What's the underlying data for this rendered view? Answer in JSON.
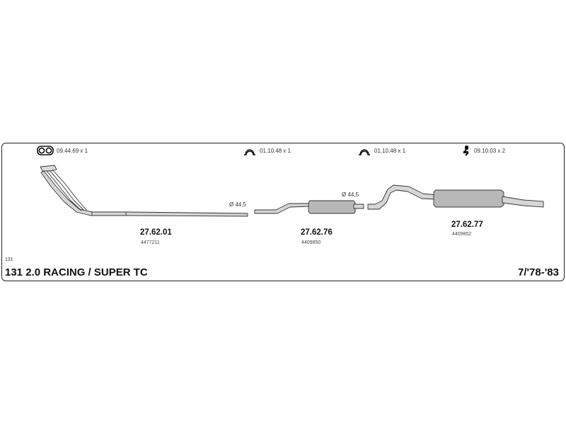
{
  "hardware": [
    {
      "icon": "gasket-icon",
      "label": "09.44.69 x 1"
    },
    {
      "icon": "clamp-icon",
      "label": "01.10.48 x 1"
    },
    {
      "icon": "clamp-icon",
      "label": "01.10.48 x 1"
    },
    {
      "icon": "hanger-icon",
      "label": "09.10.03 x 2"
    }
  ],
  "parts": [
    {
      "number": "27.62.01",
      "oe": "4477211"
    },
    {
      "number": "27.62.76",
      "oe": "4409850"
    },
    {
      "number": "27.62.77",
      "oe": "4409852"
    }
  ],
  "diameters": [
    "Ø 44,5",
    "Ø 44,5"
  ],
  "vehicle": {
    "code": "131",
    "name": "131 2.0 RACING / SUPER TC",
    "years": "7/'78-'83"
  },
  "colors": {
    "pipe_fill": "#d6d6d6",
    "muffler_fill": "#b8b8b8",
    "outline": "#333333"
  }
}
